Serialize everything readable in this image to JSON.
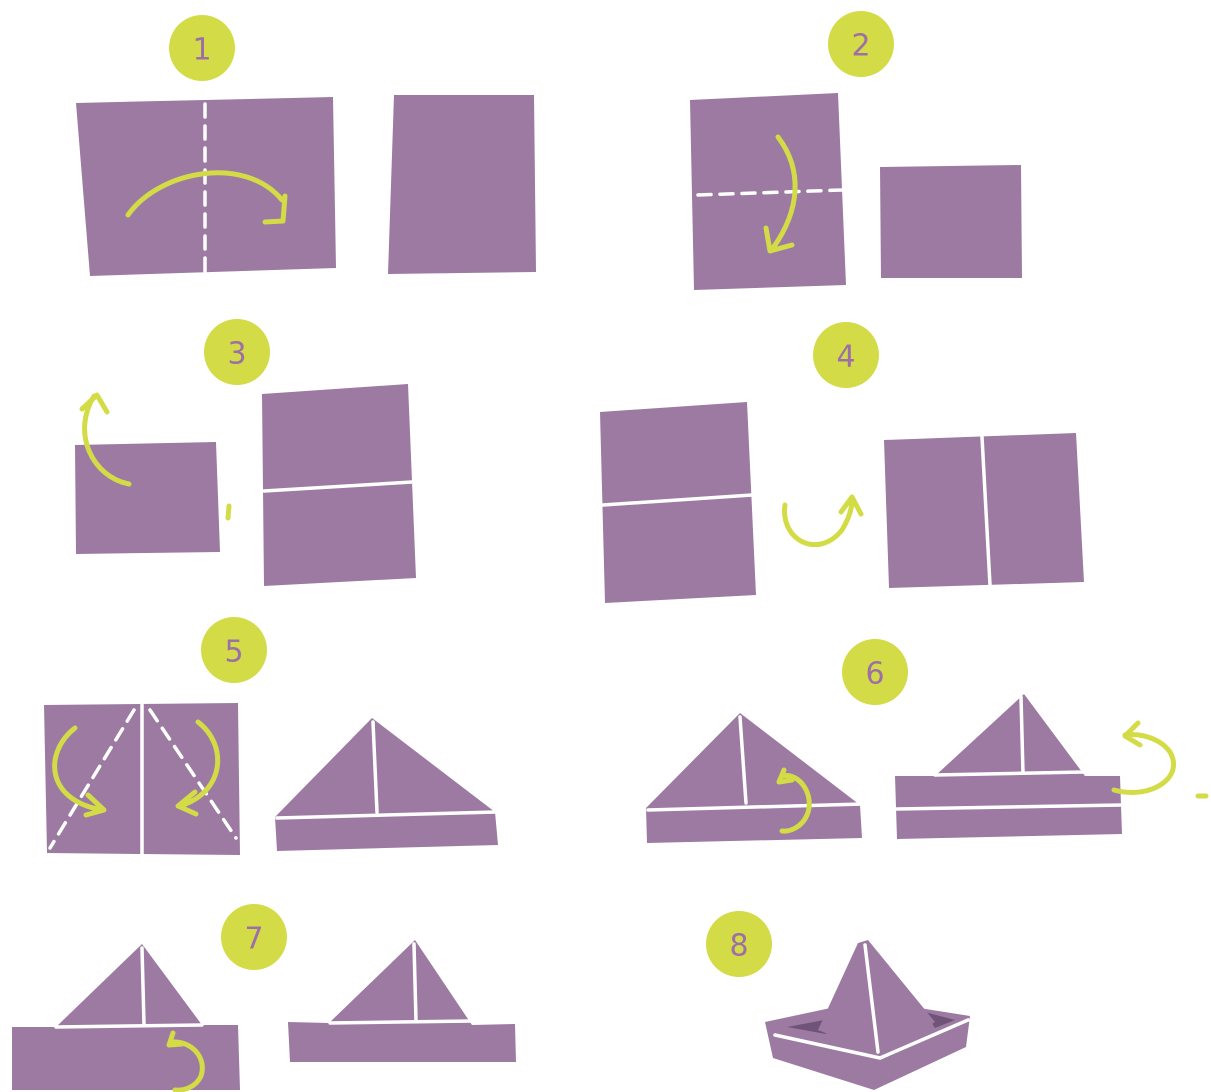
{
  "colors": {
    "paper": "#9c7aa2",
    "paper_shadow": "#6f5478",
    "accent": "#d3dc46",
    "badge_number": "#9c6fa6",
    "crease": "#ffffff"
  },
  "steps": [
    {
      "number": "1"
    },
    {
      "number": "2"
    },
    {
      "number": "3"
    },
    {
      "number": "4"
    },
    {
      "number": "5"
    },
    {
      "number": "6"
    },
    {
      "number": "7"
    },
    {
      "number": "8"
    }
  ]
}
